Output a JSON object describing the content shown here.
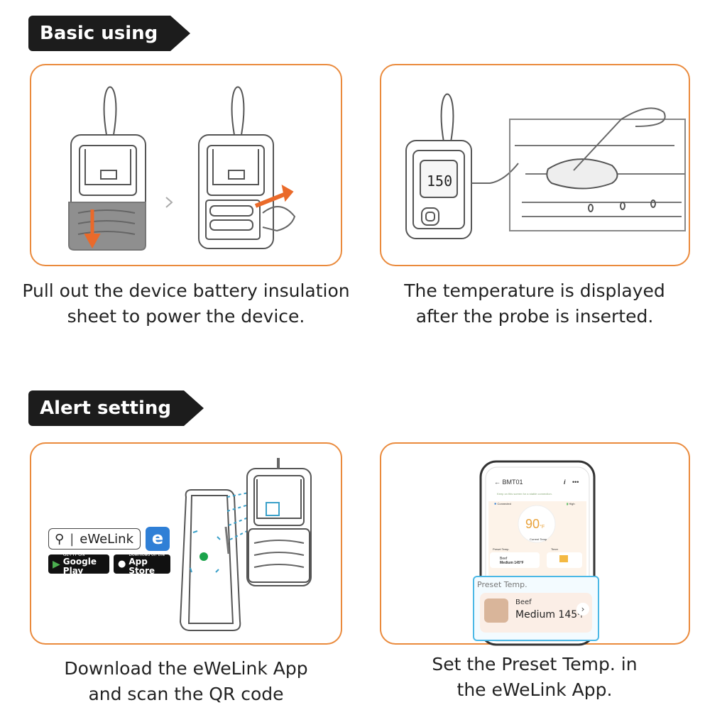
{
  "sections": {
    "basic": {
      "title": "Basic using"
    },
    "alert": {
      "title": "Alert setting"
    }
  },
  "captions": {
    "battery": [
      "Pull out the device battery insulation",
      "sheet to power the device."
    ],
    "temperature": [
      "The temperature is displayed",
      "after the probe is inserted."
    ],
    "download": [
      "Download the eWeLink App",
      "and scan the QR code"
    ],
    "preset": [
      "Set the Preset Temp. in",
      "the eWeLink App."
    ]
  },
  "device_display": {
    "temperature": "150"
  },
  "search": {
    "text": "eWeLink",
    "app_icon_letter": "e"
  },
  "badges": {
    "google": {
      "small": "GET IT ON",
      "big": "Google Play"
    },
    "apple": {
      "small": "Download on the",
      "big": "App Store"
    }
  },
  "app_screen": {
    "device_name": "BMT01",
    "info_icon": "i",
    "menu_icon": "•••",
    "notice": "Keep on this screen for a stable connection.",
    "status": "Connected",
    "battery_level": "High",
    "current_temp": "90",
    "current_temp_unit": "°F",
    "current_temp_label": "Current Temp",
    "preset_label": "Preset Temp.",
    "timer_label": "Timer",
    "preset_meat": "Beef",
    "preset_level": "Medium 145",
    "preset_unit": "°F"
  },
  "popup": {
    "title": "Preset Temp.",
    "meat": "Beef",
    "level": "Medium 145",
    "unit": "°F",
    "chevron": "›"
  },
  "colors": {
    "accent": "#ea8a3c",
    "tag_bg": "#1c1c1c",
    "popup_border": "#4bb8e6",
    "app_blue": "#2f7fd6"
  }
}
